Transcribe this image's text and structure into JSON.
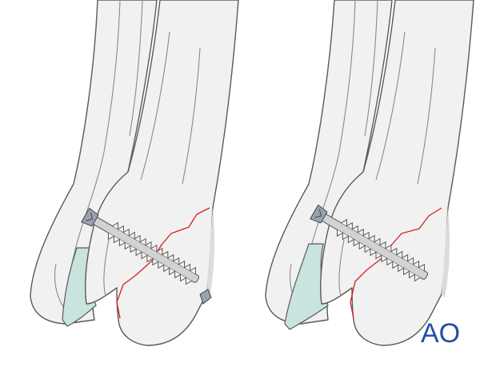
{
  "figure": {
    "panels": [
      "before-compression",
      "after-compression"
    ]
  },
  "logo": {
    "text": "AO",
    "color": "#1f4fa8"
  },
  "colors": {
    "fracture_line": "#d81e1e",
    "cartilage": "#c9e3df",
    "bone": "#f1f1f1",
    "screw": "#9aa3ad"
  }
}
